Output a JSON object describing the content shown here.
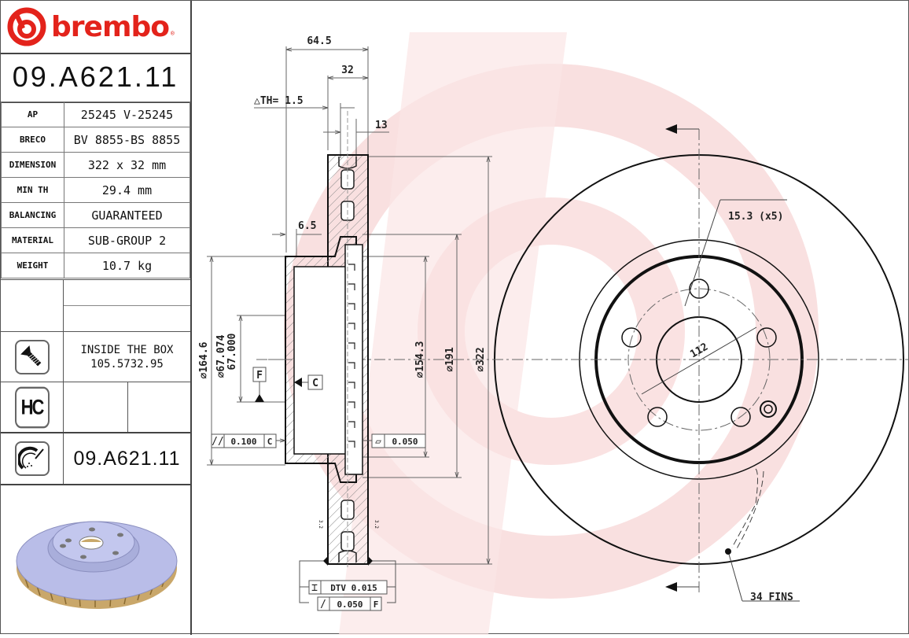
{
  "brand": {
    "logo_text": "brembo",
    "registered_mark": "®",
    "color": "#e3231b"
  },
  "part_number": "09.A621.11",
  "specs": [
    {
      "label": "AP",
      "value": "25245 V-25245"
    },
    {
      "label": "BRECO",
      "value": "BV 8855-BS 8855"
    },
    {
      "label": "DIMENSION",
      "value": "322 x 32 mm"
    },
    {
      "label": "MIN TH",
      "value": "29.4 mm"
    },
    {
      "label": "BALANCING",
      "value": "GUARANTEED"
    },
    {
      "label": "MATERIAL",
      "value": "SUB-GROUP 2"
    },
    {
      "label": "WEIGHT",
      "value": "10.7 kg"
    }
  ],
  "inside_the_box": {
    "icon": "screw-icon",
    "line1": "INSIDE THE BOX",
    "line2": "105.5732.95"
  },
  "hc_badge": {
    "icon": "hc-icon",
    "text": "HC"
  },
  "disc_code_row": {
    "icon": "disc-caliper-icon",
    "code": "09.A621.11"
  },
  "product_image": {
    "icon": "brake-disc-3d-render",
    "disc_color": "#b9bde8",
    "fin_color": "#c8a86a"
  },
  "section_view": {
    "dims": {
      "overall_height": "64.5",
      "thickness": "32",
      "delta_th": "△TH= 1.5",
      "braking_band": "13",
      "hat_wall": "6.5",
      "d_hat": "⌀164.6",
      "d_bore_max": "⌀67.074",
      "d_bore_min": "67.000",
      "d_inner": "⌀154.3",
      "d_band_inner": "⌀191",
      "d_outer": "⌀322"
    },
    "datums": {
      "f": "F",
      "c": "C"
    },
    "tolerances": {
      "parallelism": {
        "symbol": "//",
        "value": "0.100",
        "datum": "C"
      },
      "flatness": {
        "symbol": "▱",
        "value": "0.050"
      },
      "dtv": {
        "symbol": "⌶",
        "value": "DTV 0.015"
      },
      "runout": {
        "symbol": "/",
        "value": "0.050",
        "datum": "F"
      }
    },
    "surface_marks": [
      "3.2",
      "3.2"
    ]
  },
  "front_view": {
    "bolt_hole_label": "15.3 (x5)",
    "pcd_label": "112",
    "fins_label": "34 FINS"
  },
  "watermark_color": "#f7dcdc"
}
